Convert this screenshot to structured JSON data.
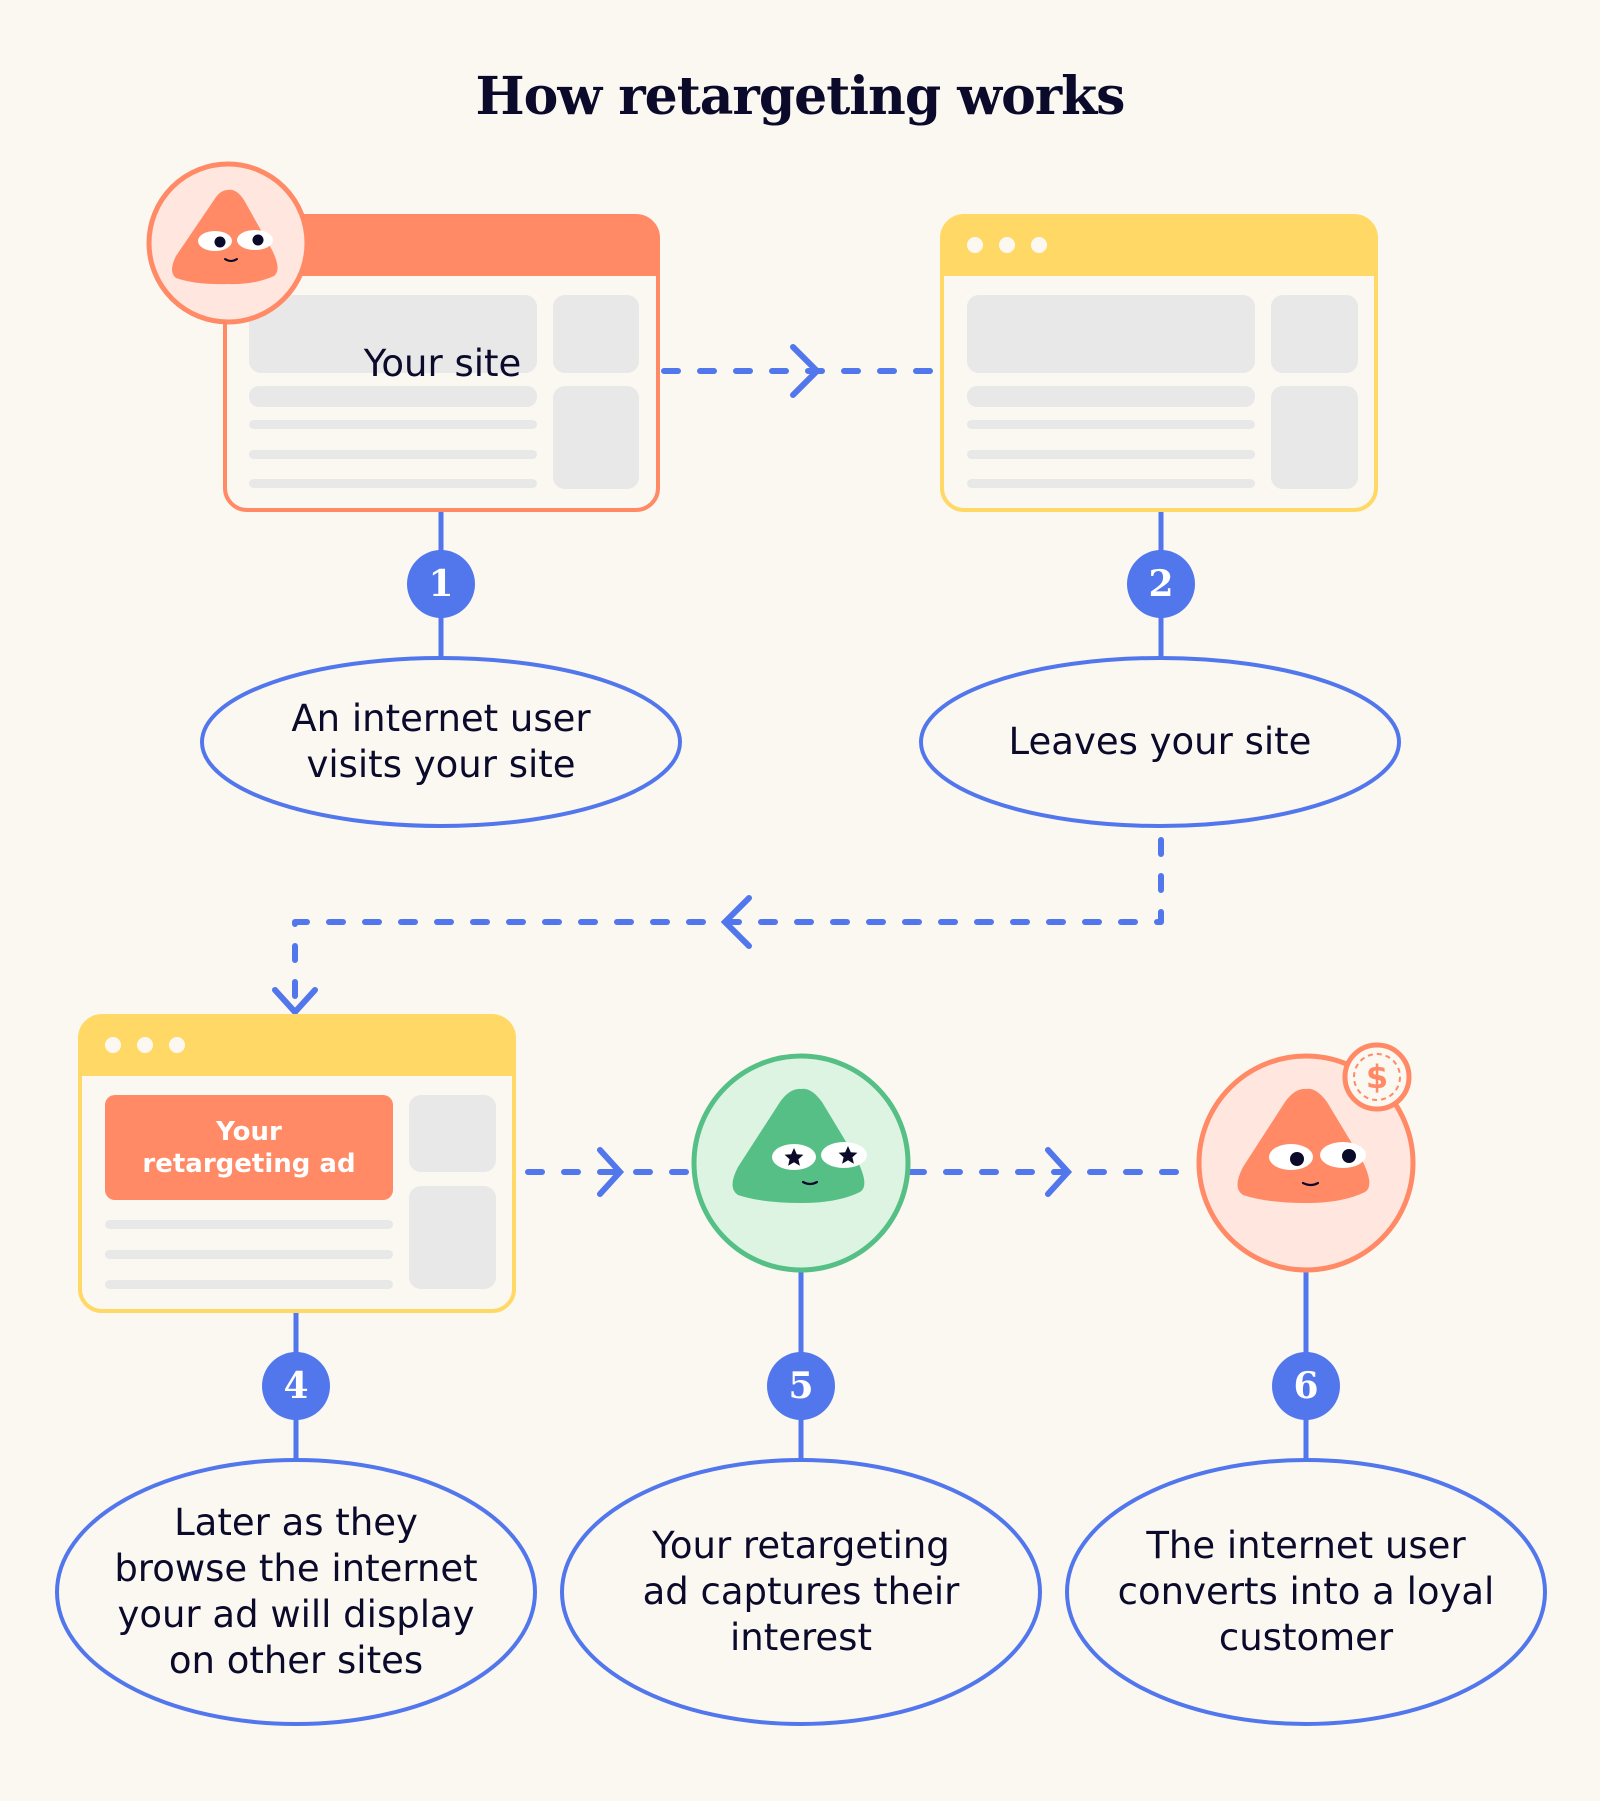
{
  "title": "How retargeting works",
  "colors": {
    "background": "#FBF8F2",
    "accent_blue": "#5276EC",
    "orange": "#FF8A65",
    "orange_light": "#FFE6DE",
    "yellow": "#FFD866",
    "green": "#55BF86",
    "green_light": "#DCF4E1",
    "placeholder_gray": "#E8E8E8",
    "text_dark": "#0B0A2A"
  },
  "browsers": [
    {
      "id": "your-site",
      "header_color": "#FF8A65",
      "label": "Your site",
      "has_dots": false
    },
    {
      "id": "other-site",
      "header_color": "#FFD866",
      "has_dots": true
    },
    {
      "id": "ad-site",
      "header_color": "#FFD866",
      "has_dots": true,
      "ad_label_line1": "Your",
      "ad_label_line2": "retargeting ad"
    }
  ],
  "characters": [
    {
      "id": "visitor",
      "color": "orange",
      "eyes": "dots"
    },
    {
      "id": "interested",
      "color": "green",
      "eyes": "stars"
    },
    {
      "id": "customer",
      "color": "orange",
      "eyes": "dots",
      "badge": "$"
    }
  ],
  "steps": [
    {
      "number": "1",
      "text_lines": [
        "An internet user",
        "visits your site"
      ]
    },
    {
      "number": "2",
      "text_lines": [
        "Leaves your site"
      ]
    },
    {
      "number": "4",
      "text_lines": [
        "Later as they",
        "browse the internet",
        "your ad will display",
        "on other sites"
      ]
    },
    {
      "number": "5",
      "text_lines": [
        "Your retargeting",
        "ad captures their",
        "interest"
      ]
    },
    {
      "number": "6",
      "text_lines": [
        "The internet user",
        "converts into a loyal",
        "customer"
      ]
    }
  ]
}
